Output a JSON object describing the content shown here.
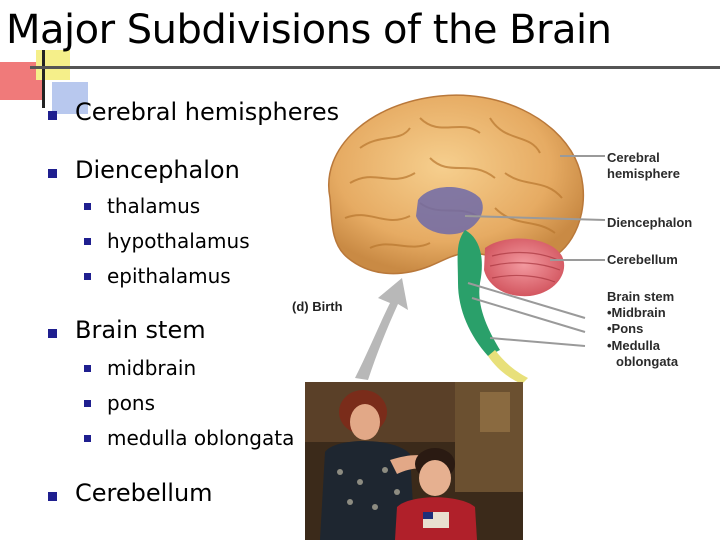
{
  "title": "Major Subdivisions of the Brain",
  "outline": [
    {
      "label": "Cerebral hemispheres",
      "children": []
    },
    {
      "label": "Diencephalon",
      "children": [
        "thalamus",
        "hypothalamus",
        "epithalamus"
      ]
    },
    {
      "label": "Brain stem",
      "children": [
        "midbrain",
        "pons",
        "medulla oblongata"
      ]
    },
    {
      "label": "Cerebellum",
      "children": []
    }
  ],
  "figure": {
    "caption": "(d) Birth",
    "labels": {
      "cerebral_hemisphere_1": "Cerebral",
      "cerebral_hemisphere_2": "hemisphere",
      "diencephalon": "Diencephalon",
      "cerebellum": "Cerebellum",
      "brain_stem": "Brain stem",
      "midbrain": "•Midbrain",
      "pons": "•Pons",
      "medulla_1": "•Medulla",
      "medulla_2": "oblongata"
    }
  },
  "colors": {
    "bullet": "#1f1f8f",
    "brain": "#e8b470",
    "diencephalon": "#6e6aa8",
    "cerebellum": "#e06a70",
    "brain_stem": "#2aa06a"
  }
}
